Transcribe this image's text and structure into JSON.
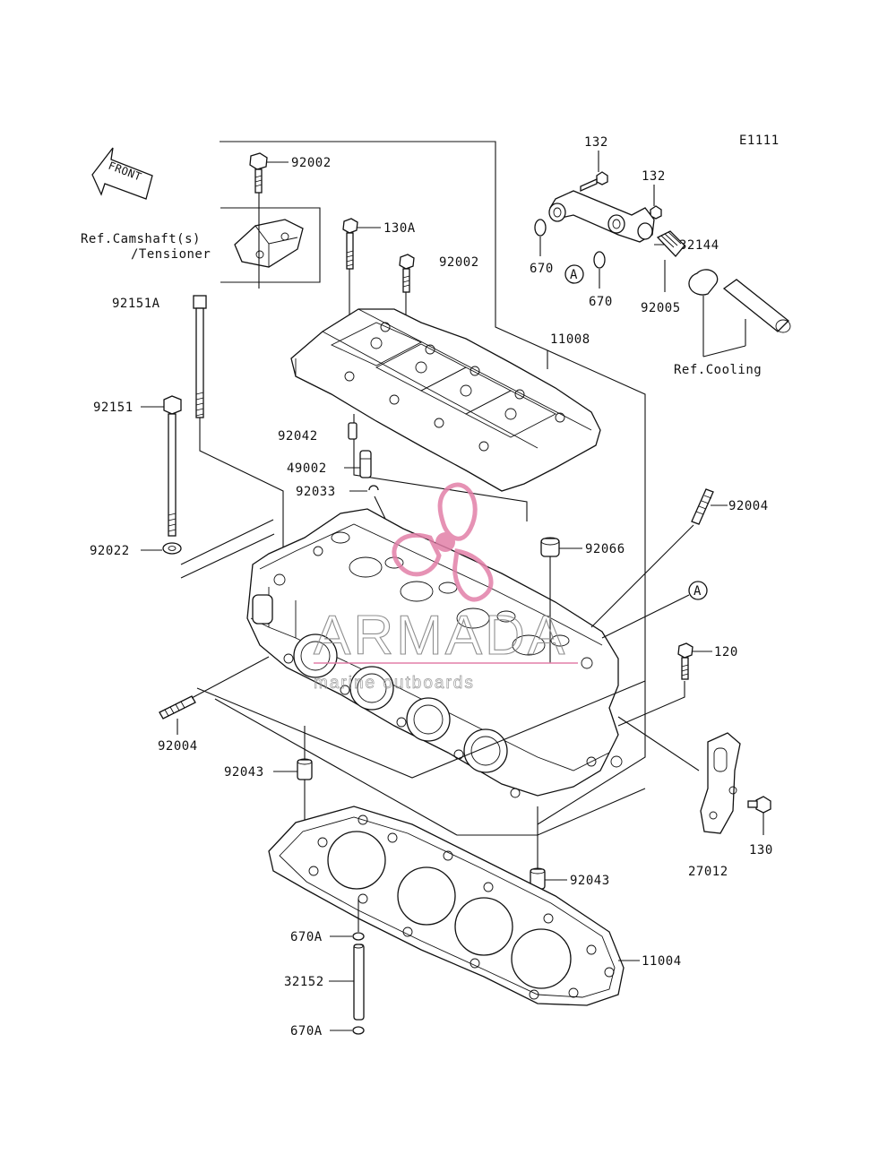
{
  "diagram_code": "E1111",
  "front_arrow_label": "FRONT",
  "refs": {
    "camshaft_line1": "Ref.Camshaft(s)",
    "camshaft_line2": "/Tensioner",
    "cooling": "Ref.Cooling"
  },
  "callout_letter": "A",
  "parts": {
    "p132_a": "132",
    "p132_b": "132",
    "p92002_top": "92002",
    "p130A": "130A",
    "p92002_mid": "92002",
    "p32144": "32144",
    "p670_a": "670",
    "p670_b": "670",
    "p92005": "92005",
    "p92151A": "92151A",
    "p11008": "11008",
    "p92151": "92151",
    "p92042": "92042",
    "p49002": "49002",
    "p92033": "92033",
    "p92004_right": "92004",
    "p92022": "92022",
    "p92066": "92066",
    "p120": "120",
    "p92004_left": "92004",
    "p92043_left": "92043",
    "p130": "130",
    "p27012": "27012",
    "p92043_right": "92043",
    "p670A_top": "670A",
    "p11004": "11004",
    "p32152": "32152",
    "p670A_bottom": "670A"
  },
  "watermark": {
    "brand": "ARMADA",
    "tagline": "marine outboards",
    "color": "#e27fa8"
  }
}
